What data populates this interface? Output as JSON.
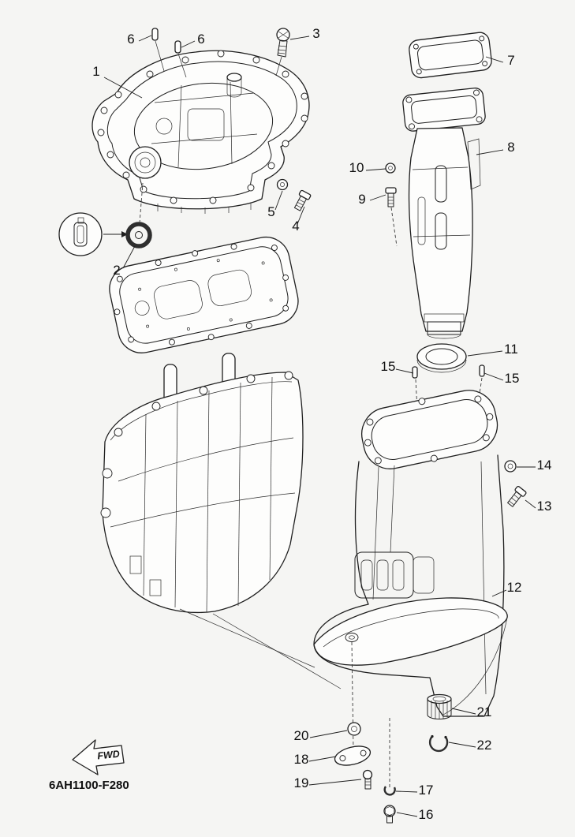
{
  "page": {
    "background": "#f5f5f3",
    "line_color": "#1f1f1f"
  },
  "diagram": {
    "part_code": "6AH1100-F280",
    "fwd_label": "FWD",
    "callouts": {
      "1": "1",
      "2": "2",
      "3": "3",
      "4": "4",
      "5": "5",
      "6": "6",
      "7": "7",
      "8": "8",
      "9": "9",
      "10": "10",
      "11": "11",
      "12": "12",
      "13": "13",
      "14": "14",
      "15": "15",
      "16": "16",
      "17": "17",
      "18": "18",
      "19": "19",
      "20": "20",
      "21": "21",
      "22": "22"
    }
  }
}
